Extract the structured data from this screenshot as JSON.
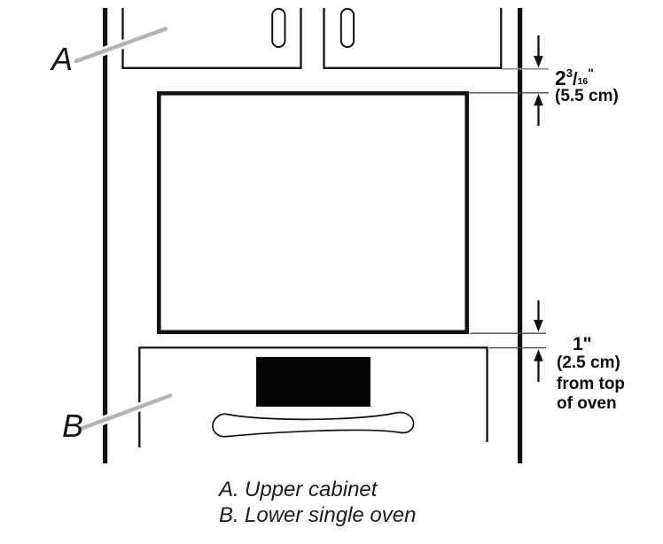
{
  "labels": {
    "a": "A",
    "b": "B"
  },
  "annotations": {
    "top_clearance": {
      "inches_whole": "2",
      "inches_numerator": "3",
      "fraction_slash": "/",
      "inches_denominator": "16",
      "inch_mark": "\"",
      "metric": "(5.5 cm)"
    },
    "bottom_clearance": {
      "inches": "1\"",
      "metric": "(2.5 cm)",
      "note_line1": "from top",
      "note_line2": "of oven"
    }
  },
  "legend": {
    "items": [
      {
        "key": "A.",
        "label": "Upper cabinet"
      },
      {
        "key": "B.",
        "label": "Lower single oven"
      }
    ]
  },
  "colors": {
    "ink": "#111111",
    "leader": "#b3b3b3",
    "dimline": "#4a4a4a",
    "background": "#ffffff"
  }
}
